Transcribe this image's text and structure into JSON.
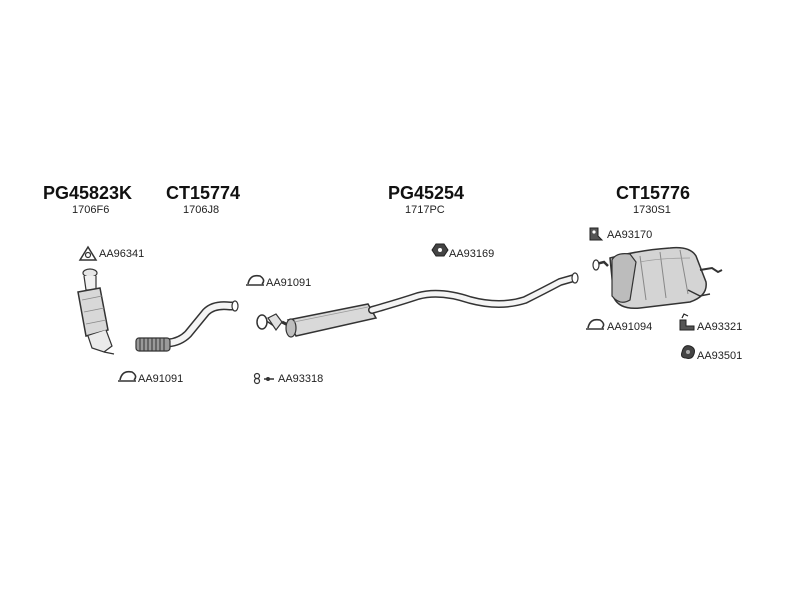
{
  "groups": [
    {
      "part_number": "PG45823K",
      "code": "1706F6"
    },
    {
      "part_number": "CT15774",
      "code": "1706J8"
    },
    {
      "part_number": "PG45254",
      "code": "1717PC"
    },
    {
      "part_number": "CT15776",
      "code": "1730S1"
    }
  ],
  "accessories": [
    {
      "code": "AA96341",
      "icon": "gasket-icon"
    },
    {
      "code": "AA91091",
      "icon": "clamp-icon"
    },
    {
      "code": "AA91091",
      "icon": "clamp-icon"
    },
    {
      "code": "AA93318",
      "icon": "bolt-set-icon"
    },
    {
      "code": "AA93169",
      "icon": "rubber-mount-icon"
    },
    {
      "code": "AA93170",
      "icon": "bracket-icon"
    },
    {
      "code": "AA91094",
      "icon": "clamp-icon"
    },
    {
      "code": "AA93321",
      "icon": "hanger-icon"
    },
    {
      "code": "AA93501",
      "icon": "rubber-ring-icon"
    }
  ],
  "colors": {
    "line": "#333333",
    "fill_light": "#f4f4f4",
    "fill_mid": "#d6d6d6",
    "fill_dark": "#555555"
  }
}
